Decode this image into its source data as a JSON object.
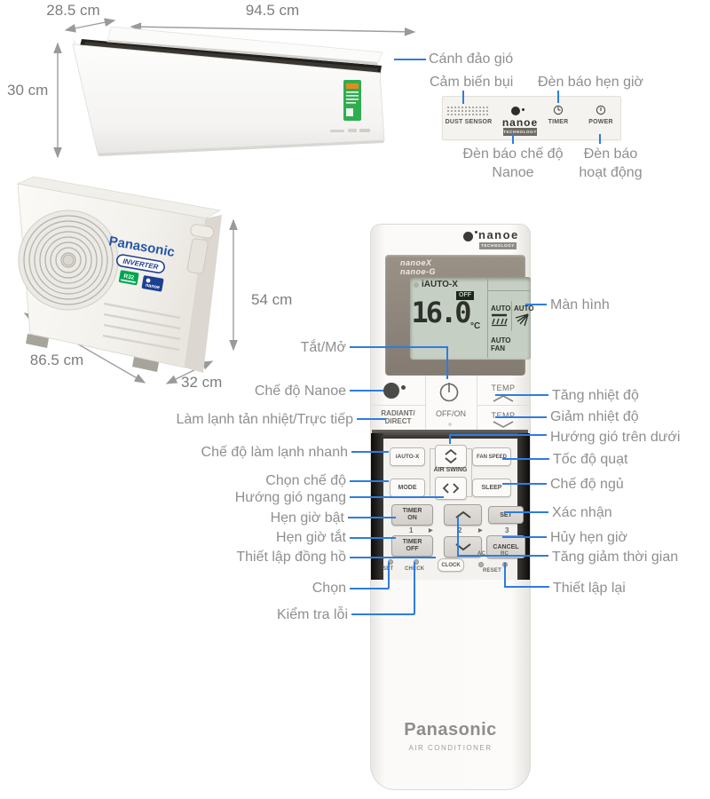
{
  "dimensions": {
    "indoor_depth": "28.5 cm",
    "indoor_width": "94.5 cm",
    "indoor_height": "30 cm",
    "outdoor_height": "54 cm",
    "outdoor_width": "86.5 cm",
    "outdoor_depth": "32 cm"
  },
  "panel": {
    "dust": "DUST SENSOR",
    "nanoe": "nanoe",
    "technology": "TECHNOLOGY",
    "timer": "TIMER",
    "power": "POWER"
  },
  "top_callouts": {
    "flap": "Cánh đảo gió",
    "dust": "Cảm biến bụi",
    "timer": "Đèn báo hẹn giờ",
    "nanoe_mode_1": "Đèn báo chế độ",
    "nanoe_mode_2": "Nanoe",
    "power_1": "Đèn báo",
    "power_2": "hoạt động"
  },
  "left_callouts": [
    "Tắt/Mở",
    "Chế độ Nanoe",
    "Làm lạnh tản nhiệt/Trực tiếp",
    "Chế độ làm lạnh nhanh",
    "Chọn chế độ",
    "Hướng gió ngang",
    "Hẹn giờ bật",
    "Hẹn giờ tắt",
    "Thiết lập đồng hồ",
    "Chọn",
    "Kiểm tra lỗi"
  ],
  "right_callouts": [
    "Màn hình",
    "Tăng nhiệt độ",
    "Giảm nhiệt độ",
    "Hướng gió trên dưới",
    "Tốc độ quạt",
    "Chế độ ngủ",
    "Xác nhận",
    "Hủy hẹn giờ",
    "Tăng giảm thời gian",
    "Thiết lập lại"
  ],
  "outdoor": {
    "brand": "Panasonic",
    "inverter": "INVERTER",
    "r32": "R32",
    "nanoe_badge": "nanoe"
  },
  "remote": {
    "logo": "nanoe",
    "logo_tech": "TECHNOLOGY",
    "display": {
      "line1": "nanoeX",
      "line2": "nanoe-G",
      "mode": "iAUTO-X",
      "off": "OFF",
      "temp": "16.0",
      "unit": "°C",
      "auto_left": "AUTO",
      "auto_right": "AUTO",
      "fan_line1": "AUTO",
      "fan_line2": "FAN"
    },
    "keys": {
      "radiant1": "RADIANT/",
      "radiant2": "DIRECT",
      "offon": "OFF/ON",
      "temp_up": "TEMP",
      "temp_down": "TEMP",
      "iautox": "iAUTO-X",
      "fan_speed": "FAN SPEED",
      "air_swing": "AIR SWING",
      "mode": "MODE",
      "sleep": "SLEEP",
      "timer_on1": "TIMER",
      "timer_on2": "ON",
      "timer_off1": "TIMER",
      "timer_off2": "OFF",
      "set": "SET",
      "cancel": "CANCEL",
      "step1": "1",
      "step2": "2",
      "step3": "3",
      "arrow": "▶",
      "clock": "CLOCK",
      "ac": "AC",
      "rc": "RC",
      "set_small": "SET",
      "check_small": "CHECK",
      "reset": "RESET"
    },
    "brand": "Panasonic",
    "product": "AIR CONDITIONER"
  }
}
